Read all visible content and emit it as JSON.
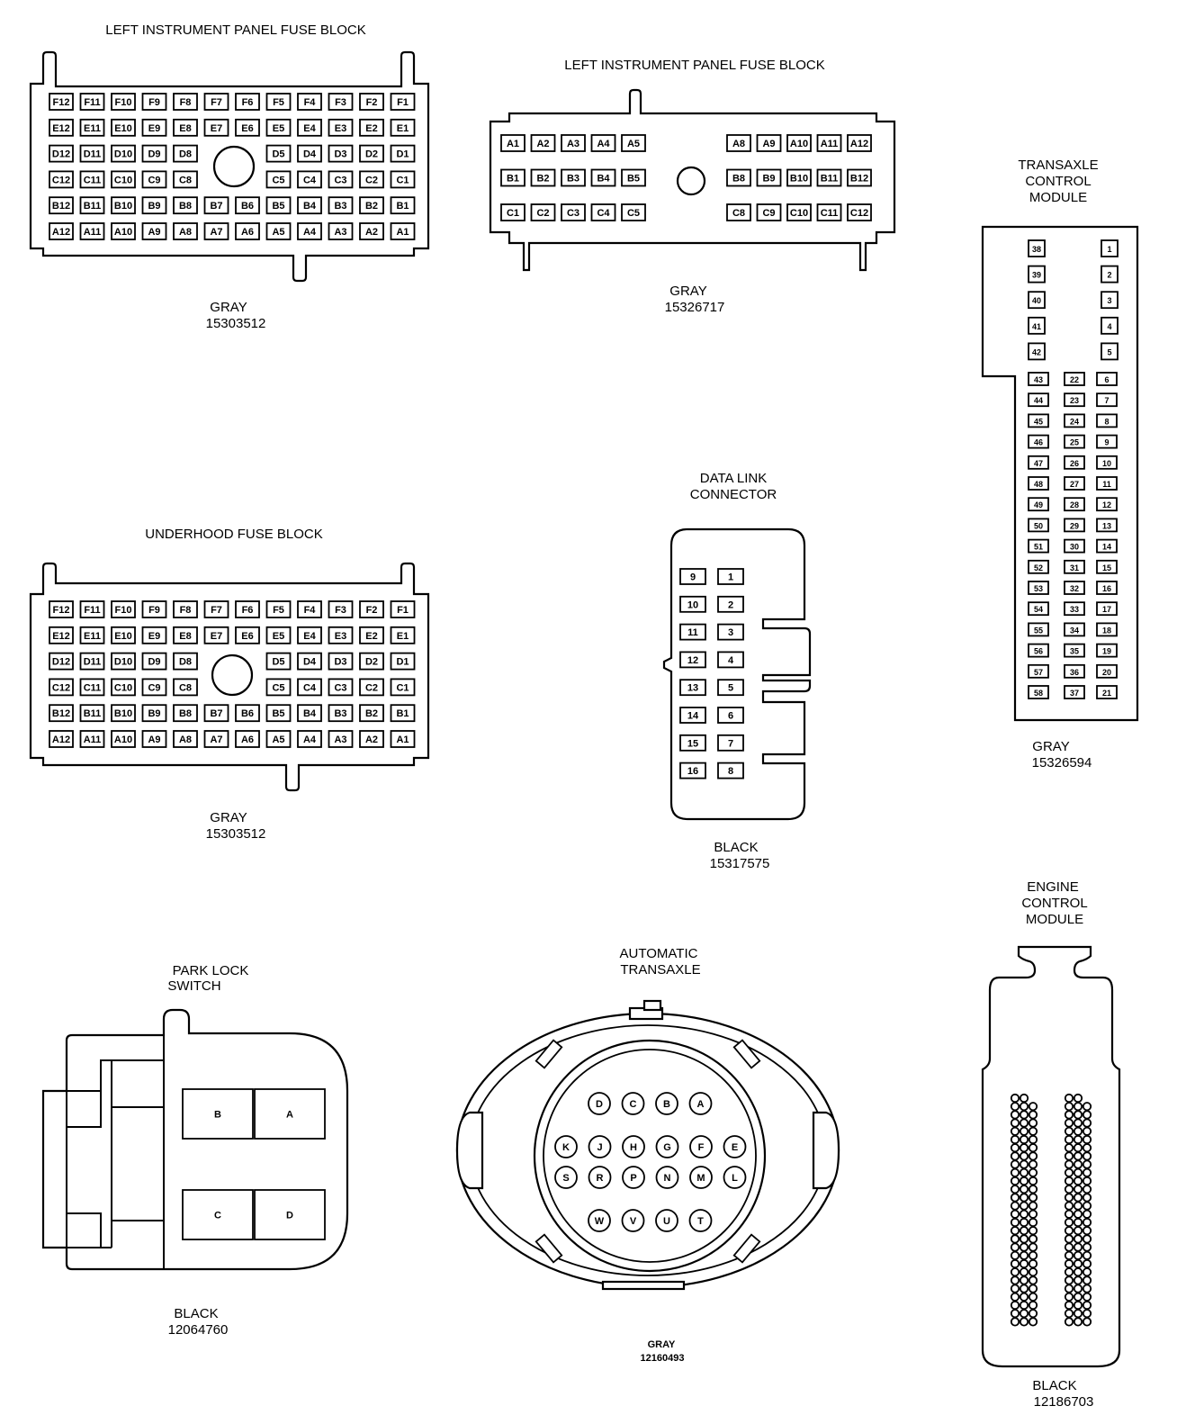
{
  "connectors": {
    "lip_fuse_block_1": {
      "title": "LEFT INSTRUMENT PANEL FUSE BLOCK",
      "color": "GRAY",
      "part": "15303512",
      "rows": [
        [
          "F12",
          "F11",
          "F10",
          "F9",
          "F8",
          "F7",
          "F6",
          "F5",
          "F4",
          "F3",
          "F2",
          "F1"
        ],
        [
          "E12",
          "E11",
          "E10",
          "E9",
          "E8",
          "E7",
          "E6",
          "E5",
          "E4",
          "E3",
          "E2",
          "E1"
        ],
        [
          "D12",
          "D11",
          "D10",
          "D9",
          "D8",
          "",
          "",
          "D5",
          "D4",
          "D3",
          "D2",
          "D1"
        ],
        [
          "C12",
          "C11",
          "C10",
          "C9",
          "C8",
          "",
          "",
          "C5",
          "C4",
          "C3",
          "C2",
          "C1"
        ],
        [
          "B12",
          "B11",
          "B10",
          "B9",
          "B8",
          "B7",
          "B6",
          "B5",
          "B4",
          "B3",
          "B2",
          "B1"
        ],
        [
          "A12",
          "A11",
          "A10",
          "A9",
          "A8",
          "A7",
          "A6",
          "A5",
          "A4",
          "A3",
          "A2",
          "A1"
        ]
      ]
    },
    "lip_fuse_block_2": {
      "title": "LEFT INSTRUMENT PANEL FUSE BLOCK",
      "color": "GRAY",
      "part": "15326717",
      "left_rows": [
        [
          "A1",
          "A2",
          "A3",
          "A4",
          "A5"
        ],
        [
          "B1",
          "B2",
          "B3",
          "B4",
          "B5"
        ],
        [
          "C1",
          "C2",
          "C3",
          "C4",
          "C5"
        ]
      ],
      "right_rows": [
        [
          "A8",
          "A9",
          "A10",
          "A11",
          "A12"
        ],
        [
          "B8",
          "B9",
          "B10",
          "B11",
          "B12"
        ],
        [
          "C8",
          "C9",
          "C10",
          "C11",
          "C12"
        ]
      ]
    },
    "underhood_fuse_block": {
      "title": "UNDERHOOD FUSE BLOCK",
      "color": "GRAY",
      "part": "15303512",
      "rows": [
        [
          "F12",
          "F11",
          "F10",
          "F9",
          "F8",
          "F7",
          "F6",
          "F5",
          "F4",
          "F3",
          "F2",
          "F1"
        ],
        [
          "E12",
          "E11",
          "E10",
          "E9",
          "E8",
          "E7",
          "E6",
          "E5",
          "E4",
          "E3",
          "E2",
          "E1"
        ],
        [
          "D12",
          "D11",
          "D10",
          "D9",
          "D8",
          "",
          "",
          "D5",
          "D4",
          "D3",
          "D2",
          "D1"
        ],
        [
          "C12",
          "C11",
          "C10",
          "C9",
          "C8",
          "",
          "",
          "C5",
          "C4",
          "C3",
          "C2",
          "C1"
        ],
        [
          "B12",
          "B11",
          "B10",
          "B9",
          "B8",
          "B7",
          "B6",
          "B5",
          "B4",
          "B3",
          "B2",
          "B1"
        ],
        [
          "A12",
          "A11",
          "A10",
          "A9",
          "A8",
          "A7",
          "A6",
          "A5",
          "A4",
          "A3",
          "A2",
          "A1"
        ]
      ]
    },
    "data_link_connector": {
      "title_lines": [
        "DATA LINK",
        "CONNECTOR"
      ],
      "color": "BLACK",
      "part": "15317575",
      "left_col": [
        "9",
        "10",
        "11",
        "12",
        "13",
        "14",
        "15",
        "16"
      ],
      "right_col": [
        "1",
        "2",
        "3",
        "4",
        "5",
        "6",
        "7",
        "8"
      ]
    },
    "transaxle_control_module": {
      "title_lines": [
        "TRANSAXLE",
        "CONTROL",
        "MODULE"
      ],
      "color": "GRAY",
      "part": "15326594",
      "top_left": [
        "38",
        "39",
        "40",
        "41",
        "42"
      ],
      "top_right": [
        "1",
        "2",
        "3",
        "4",
        "5"
      ],
      "col_a": [
        "43",
        "44",
        "45",
        "46",
        "47",
        "48",
        "49",
        "50",
        "51",
        "52",
        "53",
        "54",
        "55",
        "56",
        "57",
        "58"
      ],
      "col_b": [
        "22",
        "23",
        "24",
        "25",
        "26",
        "27",
        "28",
        "29",
        "30",
        "31",
        "32",
        "33",
        "34",
        "35",
        "36",
        "37"
      ],
      "col_c": [
        "6",
        "7",
        "8",
        "9",
        "10",
        "11",
        "12",
        "13",
        "14",
        "15",
        "16",
        "17",
        "18",
        "19",
        "20",
        "21"
      ]
    },
    "park_lock_switch": {
      "title_lines": [
        "PARK LOCK",
        "SWITCH"
      ],
      "color": "BLACK",
      "part": "12064760",
      "cavities": [
        "B",
        "A",
        "C",
        "D"
      ]
    },
    "automatic_transaxle": {
      "title_lines": [
        "AUTOMATIC",
        "TRANSAXLE"
      ],
      "color": "GRAY",
      "part": "12160493",
      "row1": [
        "D",
        "C",
        "B",
        "A"
      ],
      "row2": [
        "K",
        "J",
        "H",
        "G",
        "F",
        "E"
      ],
      "row3": [
        "S",
        "R",
        "P",
        "N",
        "M",
        "L"
      ],
      "row4": [
        "W",
        "V",
        "U",
        "T"
      ]
    },
    "engine_control_module": {
      "title_lines": [
        "ENGINE",
        "CONTROL",
        "MODULE"
      ],
      "color": "BLACK",
      "part": "12186703"
    }
  }
}
